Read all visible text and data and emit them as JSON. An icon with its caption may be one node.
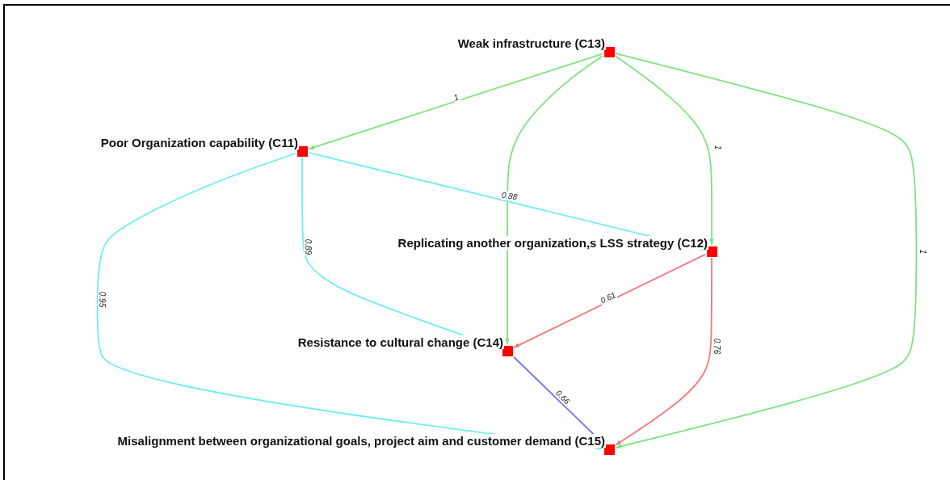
{
  "diagram": {
    "nodes": [
      {
        "text": [],
        "shape": "box",
        "beside": [
          "Weak infrastructure (C13)"
        ]
      },
      {
        "text": [],
        "shape": "box",
        "beside": [
          "Poor Organization capability (C11)"
        ]
      },
      {
        "text": [],
        "shape": "box",
        "beside": [
          "Replicating another organization,s LSS strategy (C12)"
        ]
      },
      {
        "text": [],
        "shape": "box",
        "beside": [
          "Resistance to cultural change (C14)"
        ]
      },
      {
        "text": [],
        "shape": "box",
        "beside": [
          "Misalignment between organizational goals, project aim and customer demand (C15)"
        ]
      }
    ],
    "edges": [
      {
        "from": 0,
        "to": 1,
        "arrow": "to",
        "label": "1",
        "color": "#7ee37e"
      },
      {
        "from": 0,
        "to": 3,
        "arrow": "to",
        "color": "#7ee37e"
      },
      {
        "from": 0,
        "to": 2,
        "arrow": "to",
        "label": "1",
        "color": "#7ee37e"
      },
      {
        "from": 0,
        "to": 4,
        "arrow": "to",
        "label": "1",
        "color": "#7ee37e"
      },
      {
        "from": 1,
        "to": 2,
        "arrow": "to",
        "label": "0.88",
        "color": "#6eeef0"
      },
      {
        "from": 1,
        "to": 3,
        "arrow": "to",
        "label": "0.89",
        "color": "#6eeef0"
      },
      {
        "from": 1,
        "to": 4,
        "arrow": "to",
        "label": "0.95",
        "color": "#6eeef0"
      },
      {
        "from": 2,
        "to": 3,
        "arrow": "to",
        "label": "0.61",
        "color": "#ef7a7a"
      },
      {
        "from": 2,
        "to": 4,
        "arrow": "to",
        "label": "0.76",
        "color": "#ef7a7a"
      },
      {
        "from": 3,
        "to": 4,
        "arrow": "to",
        "label": "0.66",
        "color": "#7474ee"
      }
    ]
  }
}
